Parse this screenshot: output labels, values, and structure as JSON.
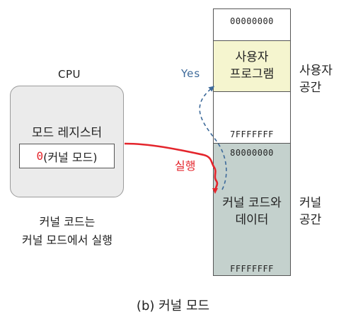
{
  "cpu": {
    "title": "CPU",
    "register_label": "모드 레지스터",
    "register_value": "0",
    "register_value_desc": "(커널 모드)",
    "caption_line1": "커널 코드는",
    "caption_line2": "커널 모드에서 실행"
  },
  "memory": {
    "addr_start": "00000000",
    "addr_user_end": "7FFFFFFF",
    "addr_kernel_start": "80000000",
    "addr_end": "FFFFFFFF",
    "user_segment_line1": "사용자",
    "user_segment_line2": "프로그램",
    "kernel_segment_line1": "커널 코드와",
    "kernel_segment_line2": "데이터"
  },
  "side_labels": {
    "user_space_line1": "사용자",
    "user_space_line2": "공간",
    "kernel_space_line1": "커널",
    "kernel_space_line2": "공간"
  },
  "arrows": {
    "yes_label": "Yes",
    "execute_label": "실행"
  },
  "caption": "(b) 커널 모드",
  "colors": {
    "accent_red": "#e4252c",
    "accent_blue": "#3d6a9a",
    "user_fill": "#f5f5cf",
    "kernel_fill": "#c4d1cd",
    "cpu_fill": "#ebebeb"
  }
}
